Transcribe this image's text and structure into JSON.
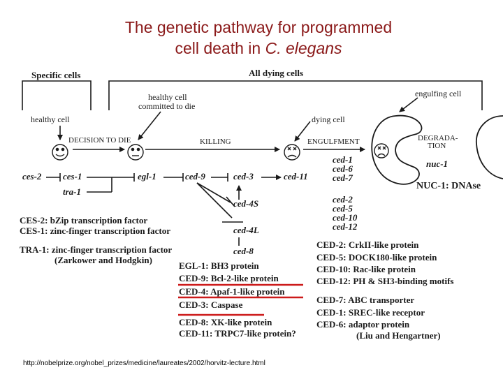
{
  "title": {
    "line1": "The genetic pathway for programmed",
    "line2_prefix": "cell death in ",
    "line2_italic": "C. elegans"
  },
  "headers": {
    "specific_cells": "Specific cells",
    "all_dying_cells": "All dying cells"
  },
  "stage_labels": {
    "healthy_cell_left": "healthy cell",
    "healthy_committed_line1": "healthy cell",
    "healthy_committed_line2": "committed to die",
    "dying_cell": "dying cell",
    "engulfing_cell": "engulfing cell",
    "decision_to_die": "DECISION TO DIE",
    "killing": "KILLING",
    "engulfment": "ENGULFMENT",
    "degradation_line1": "DEGRADA-",
    "degradation_line2": "TION"
  },
  "genes": {
    "ces2": "ces-2",
    "ces1": "ces-1",
    "tra1": "tra-1",
    "egl1": "egl-1",
    "ced9": "ced-9",
    "ced3": "ced-3",
    "ced11": "ced-11",
    "ced4S": "ced-4S",
    "ced4L": "ced-4L",
    "ced8": "ced-8",
    "engulf_group1": [
      "ced-1",
      "ced-6",
      "ced-7"
    ],
    "engulf_group2": [
      "ced-2",
      "ced-5",
      "ced-10",
      "ced-12"
    ],
    "nuc1": "nuc-1"
  },
  "nuc1_note": "NUC-1: DNAse",
  "left_legend": [
    {
      "name": "CES-2:",
      "desc": "bZip transcription factor"
    },
    {
      "name": "CES-1:",
      "desc": "zinc-finger transcription factor"
    },
    {
      "name": "TRA-1:",
      "desc": "zinc-finger transcription factor"
    }
  ],
  "left_legend_ref": "(Zarkower and Hodgkin)",
  "center_legend": [
    {
      "name": "EGL-1:",
      "desc": "BH3 protein"
    },
    {
      "name": "CED-9:",
      "desc": "Bcl-2-like protein"
    },
    {
      "name": "CED-4:",
      "desc": "Apaf-1-like protein"
    },
    {
      "name": "CED-3:",
      "desc": "Caspase"
    },
    {
      "name": "CED-8:",
      "desc": "XK-like protein"
    },
    {
      "name": "CED-11:",
      "desc": "TRPC7-like protein?"
    }
  ],
  "right_legend_a": [
    {
      "name": "CED-2:",
      "desc": "CrkII-like protein"
    },
    {
      "name": "CED-5:",
      "desc": "DOCK180-like protein"
    },
    {
      "name": "CED-10:",
      "desc": "Rac-like protein"
    },
    {
      "name": "CED-12:",
      "desc": "PH & SH3-binding motifs"
    }
  ],
  "right_legend_b": [
    {
      "name": "CED-7:",
      "desc": "ABC transporter"
    },
    {
      "name": "CED-1:",
      "desc": "SREC-like receptor"
    },
    {
      "name": "CED-6:",
      "desc": "adaptor protein"
    }
  ],
  "right_legend_ref": "(Liu and Hengartner)",
  "source_url": "http://nobelprize.org/nobel_prizes/medicine/laureates/2002/horvitz-lecture.html",
  "colors": {
    "title": "#8b1a1a",
    "underline": "#cc1a1a",
    "ink": "#1a1a1a"
  }
}
